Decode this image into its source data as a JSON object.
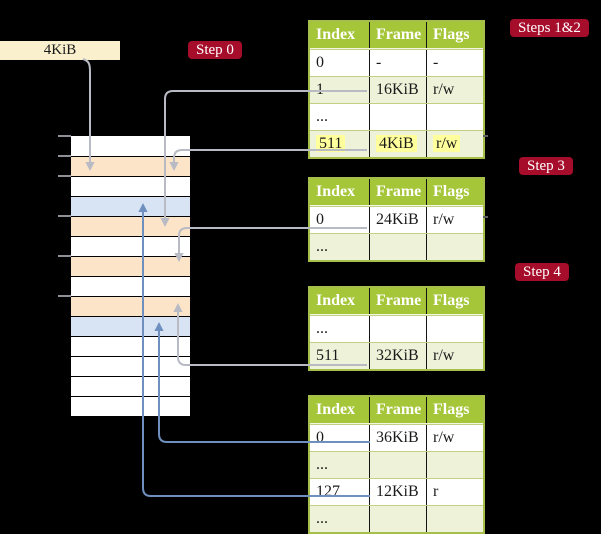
{
  "colors": {
    "background": "#000000",
    "table_header_bg": "#a5c638",
    "table_alt_row_bg": "#edf2d8",
    "table_border": "#a6be4a",
    "highlight_bg": "#ffff9c",
    "frame_box_bg": "#faf0cd",
    "step_label_bg": "#a60d2b",
    "step_label_text": "#ffffff",
    "memory_orange": "#fce4c8",
    "memory_blue": "#d8e4f4",
    "memory_white": "#ffffff",
    "line_gray": "#b9bbc4",
    "line_blue": "#6f8fbf"
  },
  "frame_size_box": {
    "label": "4KiB"
  },
  "step_labels": [
    {
      "id": "step-0",
      "label": "Step 0"
    },
    {
      "id": "steps-1-2",
      "label": "Steps 1&2"
    },
    {
      "id": "step-3",
      "label": "Step 3"
    },
    {
      "id": "step-4",
      "label": "Step 4"
    }
  ],
  "memory_column": {
    "rows": [
      {
        "color": "white"
      },
      {
        "color": "orange"
      },
      {
        "color": "white"
      },
      {
        "color": "blue"
      },
      {
        "color": "orange"
      },
      {
        "color": "white"
      },
      {
        "color": "orange"
      },
      {
        "color": "white"
      },
      {
        "color": "orange"
      },
      {
        "color": "blue"
      },
      {
        "color": "white"
      },
      {
        "color": "white"
      },
      {
        "color": "white"
      },
      {
        "color": "white"
      }
    ],
    "boundary_tick_count": 6
  },
  "page_tables": [
    {
      "id": "table-steps-1-2",
      "headers": [
        "Index",
        "Frame",
        "Flags"
      ],
      "rows": [
        {
          "cells": [
            "0",
            "-",
            "-"
          ],
          "highlight": false
        },
        {
          "cells": [
            "1",
            "16KiB",
            "r/w"
          ],
          "highlight": false
        },
        {
          "cells": [
            "...",
            "",
            ""
          ],
          "highlight": false
        },
        {
          "cells": [
            "511",
            "4KiB",
            "r/w"
          ],
          "highlight": true
        }
      ]
    },
    {
      "id": "table-step-3",
      "headers": [
        "Index",
        "Frame",
        "Flags"
      ],
      "rows": [
        {
          "cells": [
            "0",
            "24KiB",
            "r/w"
          ],
          "highlight": false
        },
        {
          "cells": [
            "...",
            "",
            ""
          ],
          "highlight": false
        }
      ]
    },
    {
      "id": "table-step-4",
      "headers": [
        "Index",
        "Frame",
        "Flags"
      ],
      "rows": [
        {
          "cells": [
            "...",
            "",
            ""
          ],
          "highlight": false
        },
        {
          "cells": [
            "511",
            "32KiB",
            "r/w"
          ],
          "highlight": false
        }
      ]
    },
    {
      "id": "table-final",
      "headers": [
        "Index",
        "Frame",
        "Flags"
      ],
      "rows": [
        {
          "cells": [
            "0",
            "36KiB",
            "r/w"
          ],
          "highlight": false
        },
        {
          "cells": [
            "...",
            "",
            ""
          ],
          "highlight": false
        },
        {
          "cells": [
            "127",
            "12KiB",
            "r"
          ],
          "highlight": false
        },
        {
          "cells": [
            "...",
            "",
            ""
          ],
          "highlight": false
        }
      ]
    }
  ]
}
